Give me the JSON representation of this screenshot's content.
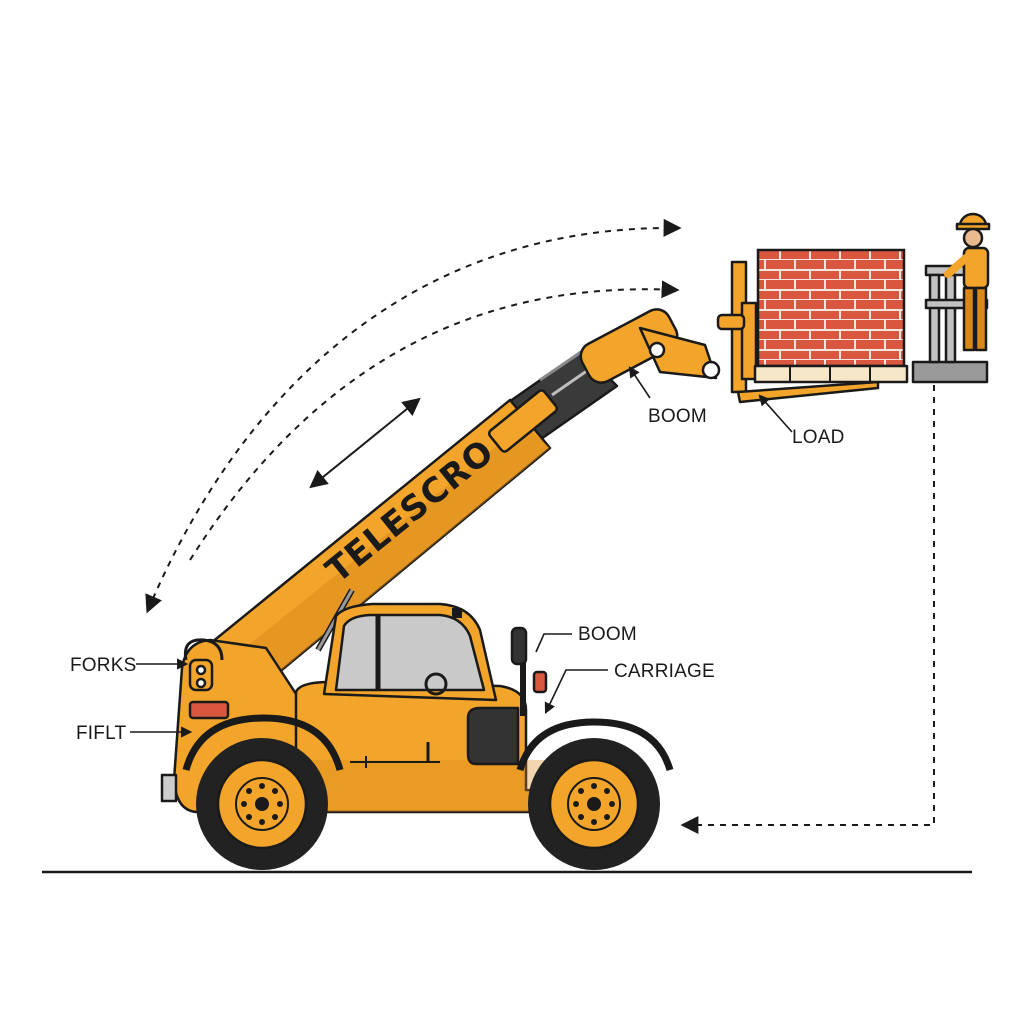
{
  "diagram": {
    "brand_text": "TELESCRO",
    "labels": {
      "boom_top": "BOOM",
      "load": "LOAD",
      "boom_cab": "BOOM",
      "carriage": "CARRIAGE",
      "forks": "FORKS",
      "fiflt": "FIFLT"
    },
    "colors": {
      "machine": "#F2A52A",
      "machine_shade": "#D9891A",
      "outline": "#1A1A1A",
      "brick": "#D9563F",
      "glass": "#C9C9C9",
      "platform": "#9A9A9A",
      "ground": "#1A1A1A"
    }
  }
}
